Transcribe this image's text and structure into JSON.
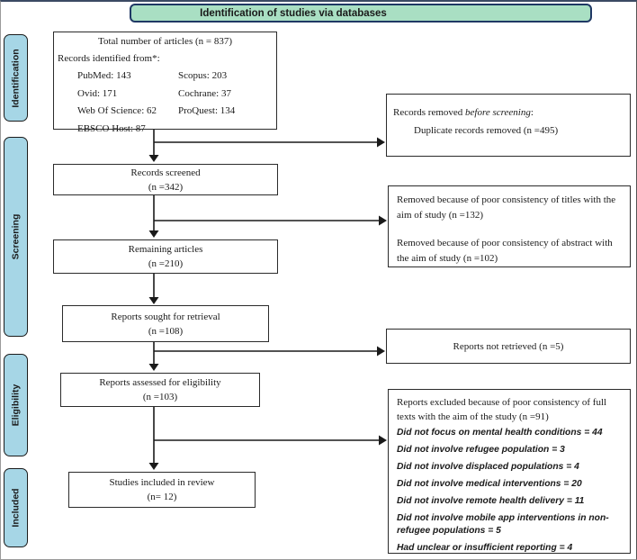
{
  "header": {
    "title": "Identification of studies via databases"
  },
  "sidebar": {
    "stages": [
      {
        "label": "Identification"
      },
      {
        "label": "Screening"
      },
      {
        "label": "Eligibility"
      },
      {
        "label": "Included"
      }
    ]
  },
  "flow": {
    "identified": {
      "title": "Total number of articles (n = 837)",
      "subtitle": "Records identified from*:",
      "sources_left": [
        "PubMed: 143",
        "Ovid: 171",
        "Web Of Science: 62",
        "EBSCO Host: 87"
      ],
      "sources_right": [
        "Scopus: 203",
        "Cochrane: 37",
        "ProQuest: 134"
      ]
    },
    "screened": {
      "line1": "Records screened",
      "line2": "(n =342)"
    },
    "remaining": {
      "line1": "Remaining articles",
      "line2": "(n =210)"
    },
    "sought": {
      "line1": "Reports sought for retrieval",
      "line2": "(n =108)"
    },
    "assessed": {
      "line1": "Reports assessed for eligibility",
      "line2": "(n =103)"
    },
    "included": {
      "line1": "Studies included in review",
      "line2": "(n= 12)"
    }
  },
  "exclusions": {
    "removed_before": {
      "prefix": "Records removed ",
      "italic": "before screening",
      "colon": ":",
      "detail": "Duplicate records removed (n =495)"
    },
    "title_abstract": {
      "para1": "Removed because of poor consistency of titles with the aim of study (n =132)",
      "para2": "Removed because of poor consistency of abstract with the aim of study (n =102)"
    },
    "not_retrieved": {
      "text": "Reports not retrieved (n =5)"
    },
    "full_text": {
      "heading": "Reports excluded because of poor consistency of full texts with the aim of the study (n =91)",
      "reasons": [
        "Did not focus on mental health conditions = 44",
        "Did not involve refugee population = 3",
        "Did not involve displaced populations = 4",
        "Did not involve medical interventions = 20",
        "Did not involve remote health delivery = 11",
        "Did not involve mobile app interventions in non-refugee populations = 5",
        "Had unclear or insufficient reporting = 4"
      ]
    }
  },
  "colors": {
    "header_bg": "#a9dfc3",
    "header_border": "#1f3864",
    "stage_bg": "#a6d6e6",
    "box_border": "#2b2b2b",
    "arrow": "#1a1a1a"
  }
}
